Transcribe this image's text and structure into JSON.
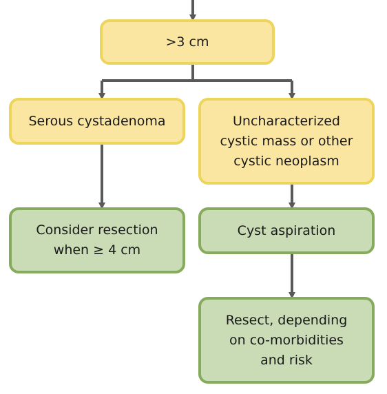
{
  "nodes": {
    "top": ">3 cm",
    "serous": "Serous cystadenoma",
    "uncharacterized": "Uncharacterized\ncystic mass or other\ncystic neoplasm",
    "consider": "Consider resection\nwhen ≥ 4 cm",
    "aspiration": "Cyst aspiration",
    "resect": "Resect, depending\non co-morbidities\nand risk"
  },
  "colors": {
    "yellow_fill": "#fbe6a1",
    "yellow_border": "#ecd55c",
    "green_fill": "#c9dcb5",
    "green_border": "#86ab5c",
    "connector": "#595959"
  }
}
